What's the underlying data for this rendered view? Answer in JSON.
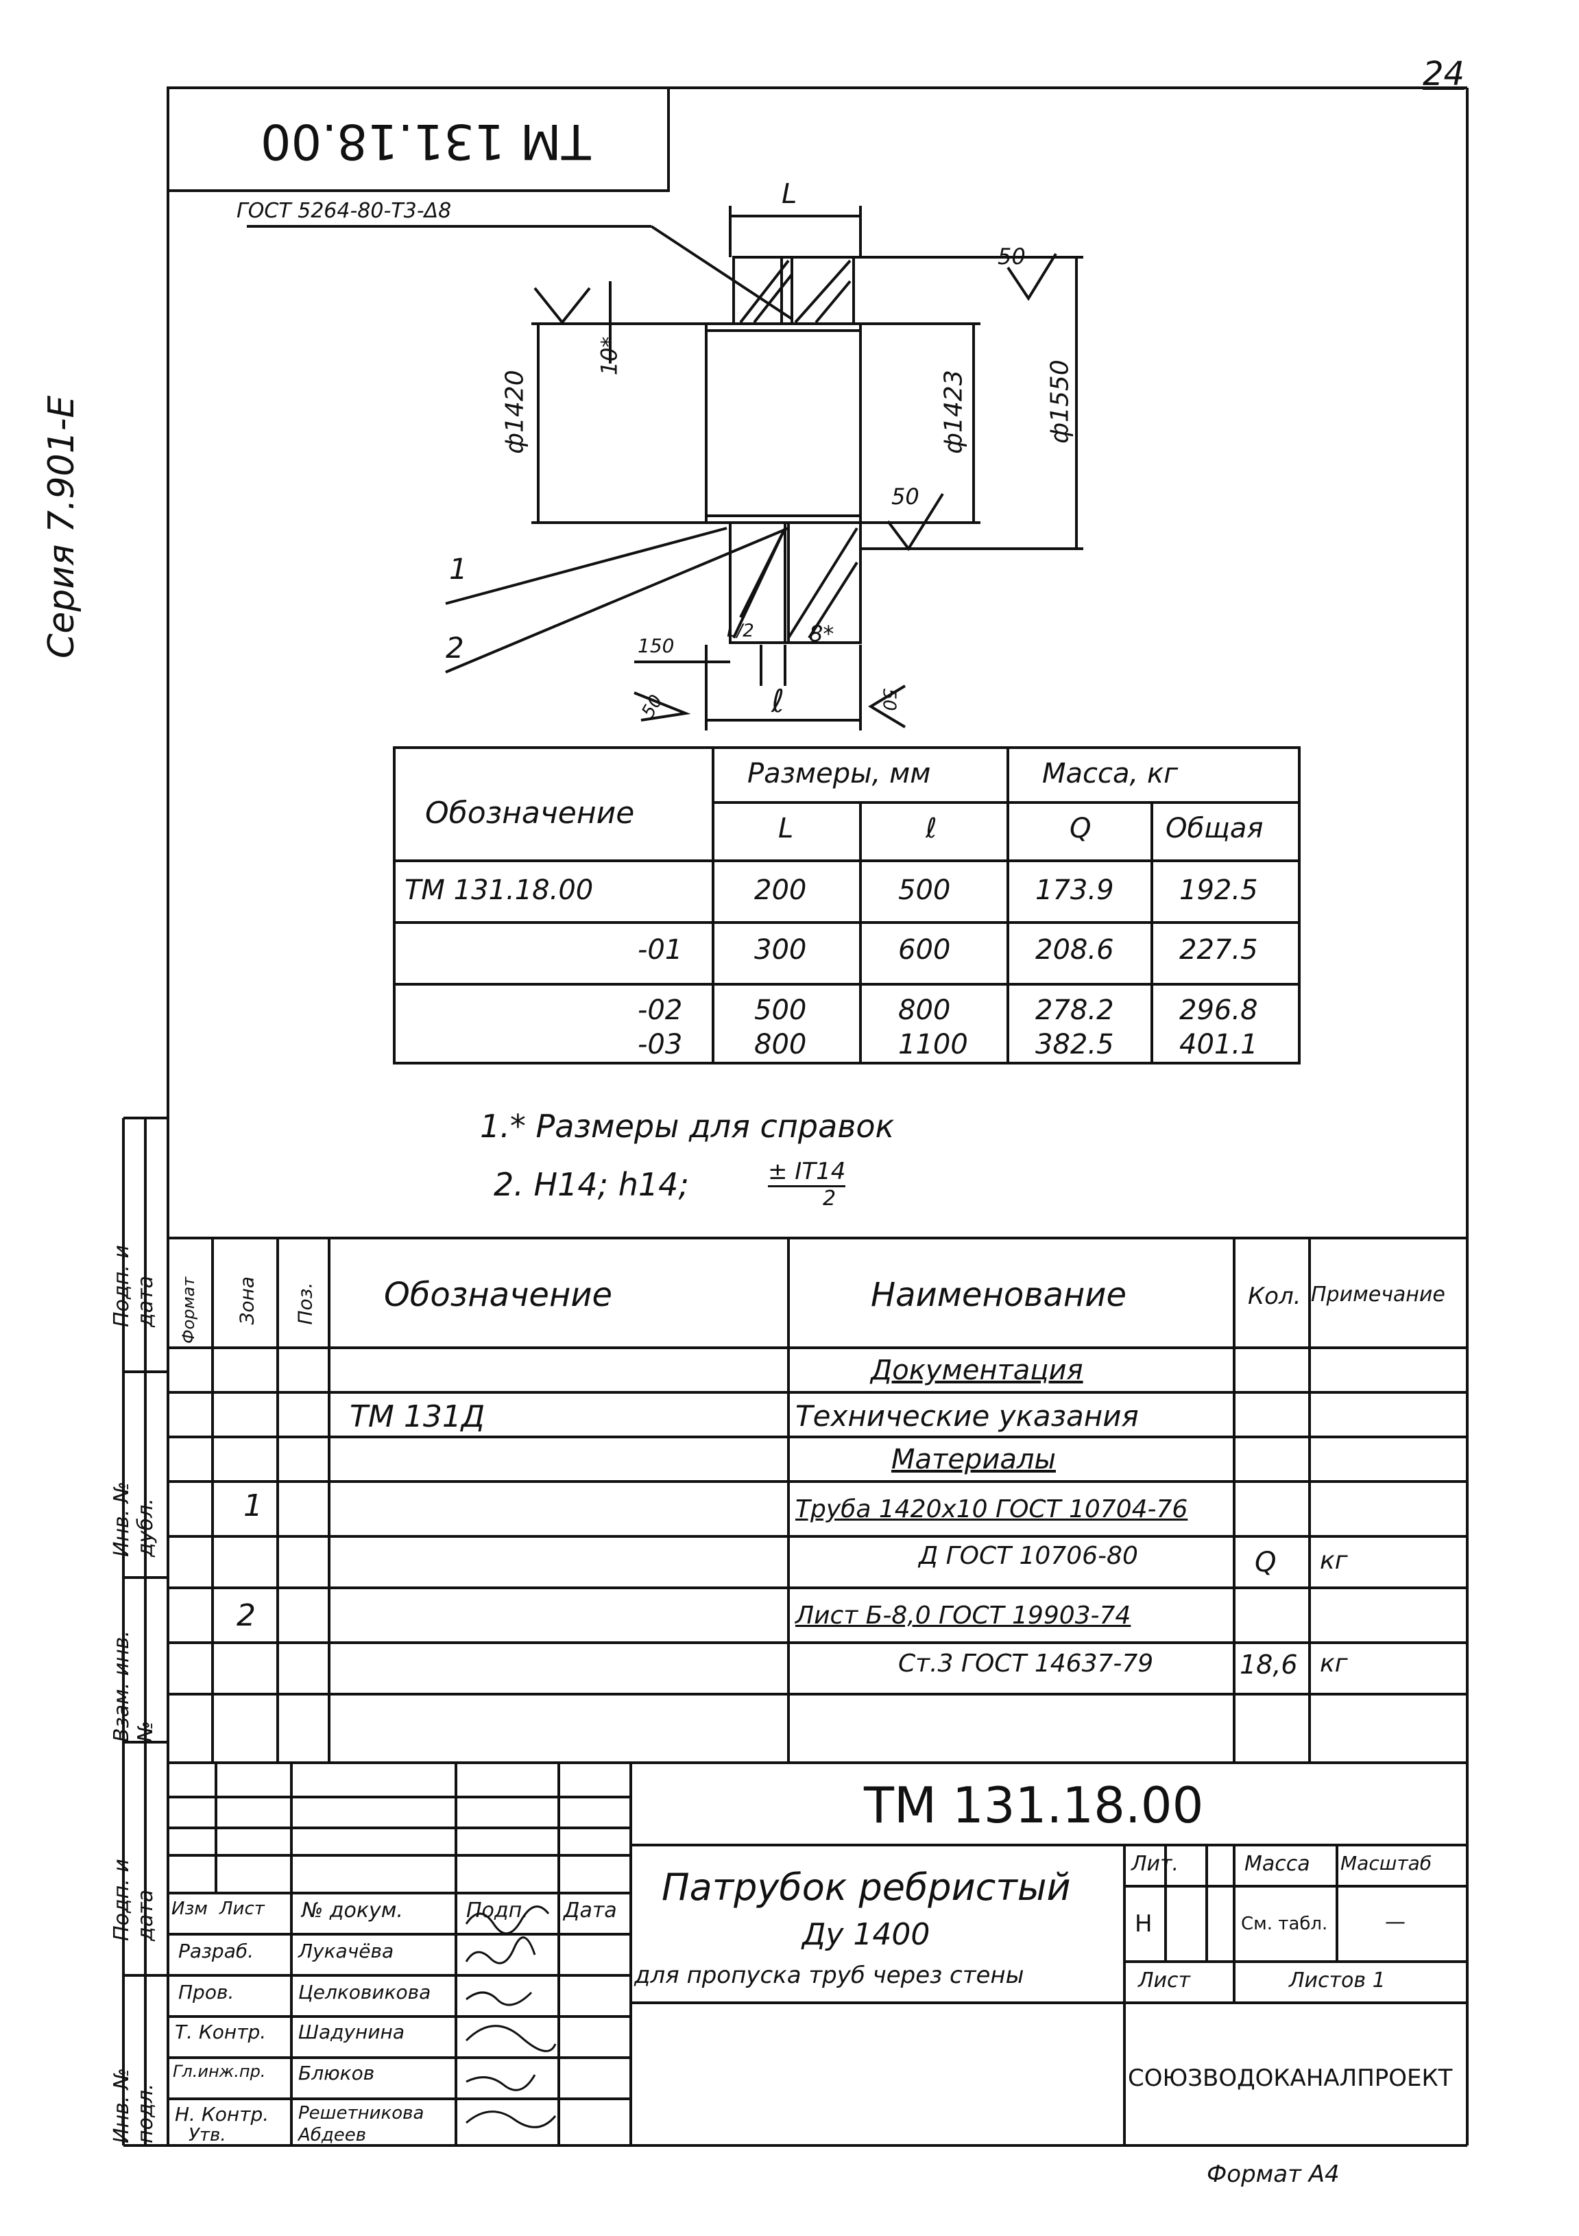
{
  "page_number": "24",
  "series_label": "Серия 7.901-Е",
  "top_stamp": "ТМ 131.18.00",
  "drawing": {
    "weld_note": "ГОСТ 5264-80-Т3-Δ8",
    "dim_L": "L",
    "dim_l": "ℓ",
    "dim_d1420": "ф1420",
    "dim_d1423": "ф1423",
    "dim_d1550": "ф1550",
    "dim_10": "10*",
    "dim_150": "150",
    "dim_L2": "L/2",
    "dim_8": "8*",
    "rough_50a": "50",
    "rough_50b": "50",
    "rough_50c": "50",
    "rough_50d": "50",
    "leader_1": "1",
    "leader_2": "2"
  },
  "size_table": {
    "col_designation": "Обозначение",
    "col_sizes": "Размеры, мм",
    "col_mass": "Масса, кг",
    "sub_L": "L",
    "sub_l": "ℓ",
    "sub_Q": "Q",
    "sub_total": "Общая",
    "rows": [
      {
        "designation": "ТМ 131.18.00",
        "L": "200",
        "l": "500",
        "Q": "173.9",
        "total": "192.5"
      },
      {
        "designation": "-01",
        "L": "300",
        "l": "600",
        "Q": "208.6",
        "total": "227.5"
      },
      {
        "designation": "-02",
        "L": "500",
        "l": "800",
        "Q": "278.2",
        "total": "296.8"
      },
      {
        "designation": "-03",
        "L": "800",
        "l": "1100",
        "Q": "382.5",
        "total": "401.1"
      }
    ]
  },
  "notes": {
    "note1": "1.* Размеры для справок",
    "note2_prefix": "2. Н14;   h14;",
    "note2_frac_top": "± IT14",
    "note2_frac_bottom": "2"
  },
  "margin_labels": [
    "Подп. и дата",
    "Инв. № дубл.",
    "Взам. инв. №",
    "Подп. и дата",
    "Инв. № подл."
  ],
  "spec_table": {
    "headers": {
      "format": "Формат",
      "zone": "Зона",
      "pos": "Поз.",
      "designation": "Обозначение",
      "name": "Наименование",
      "qty": "Кол.",
      "note": "Примечание"
    },
    "rows": [
      {
        "pos": "",
        "designation": "",
        "name": "Документация",
        "qty": "",
        "note": ""
      },
      {
        "pos": "",
        "designation": "ТМ 131Д",
        "name": "Технические указания",
        "qty": "",
        "note": ""
      },
      {
        "pos": "",
        "designation": "",
        "name": "Материалы",
        "qty": "",
        "note": ""
      },
      {
        "pos": "1",
        "designation": "",
        "name": "Труба  1420х10 ГОСТ 10704-76",
        "qty": "",
        "note": ""
      },
      {
        "pos": "",
        "designation": "",
        "name": "Д ГОСТ 10706-80",
        "qty": "Q",
        "note": "кг"
      },
      {
        "pos": "2",
        "designation": "",
        "name": "Лист  Б-8,0 ГОСТ 19903-74",
        "qty": "",
        "note": ""
      },
      {
        "pos": "",
        "designation": "",
        "name": "Ст.3 ГОСТ 14637-79",
        "qty": "18,6",
        "note": "кг"
      }
    ]
  },
  "title_block": {
    "doc_number": "ТМ 131.18.00",
    "title_line1": "Патрубок ребристый",
    "title_line2": "Ду 1400",
    "title_line3": "для пропуска труб через стены",
    "col_izm": "Изм",
    "col_list": "Лист",
    "col_ndoc": "№ докум.",
    "col_podp": "Подп.",
    "col_data": "Дата",
    "roles": [
      {
        "role": "Разраб.",
        "name": "Лукачёва"
      },
      {
        "role": "Пров.",
        "name": "Целковикова"
      },
      {
        "role": "Т. Контр.",
        "name": "Шадунина"
      },
      {
        "role": "Гл.инж.пр.",
        "name": "Блюков"
      },
      {
        "role": "Н. Контр.",
        "name": "Решетникова"
      },
      {
        "role": "Утв.",
        "name": "Абдеев"
      }
    ],
    "lit": "Лит.",
    "mass": "Масса",
    "scale": "Масштаб",
    "lit_value": "Н",
    "mass_value": "См. табл.",
    "scale_value": "—",
    "sheet": "Лист",
    "sheets": "Листов 1",
    "org": "СОЮЗВОДОКАНАЛПРОЕКТ",
    "format": "Формат А4"
  }
}
